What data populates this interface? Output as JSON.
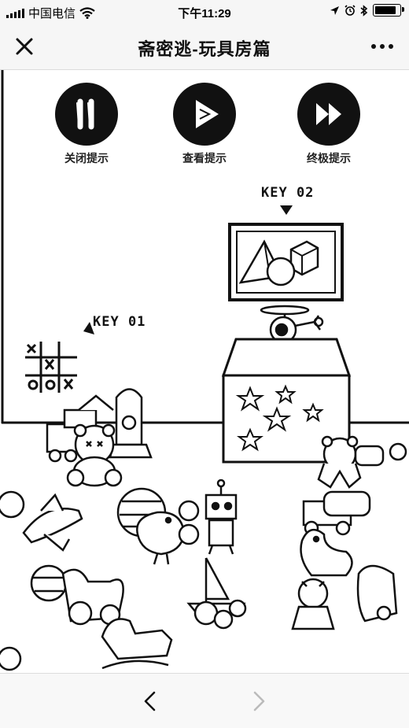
{
  "status_bar": {
    "carrier": "中国电信",
    "time": "下午11:29"
  },
  "nav": {
    "title": "斋密逃-玩具房篇"
  },
  "hints": [
    {
      "label": "关闭提示",
      "icon": "pause-icon"
    },
    {
      "label": "查看提示",
      "icon": "play-icon"
    },
    {
      "label": "终极提示",
      "icon": "fast-forward-icon"
    }
  ],
  "keys": {
    "key1": "KEY 01",
    "key2": "KEY 02"
  },
  "tic_tac_toe": {
    "cells": [
      "",
      "",
      "",
      "",
      "X",
      "",
      "O",
      "O",
      "X"
    ]
  },
  "icons": {
    "close": "close-icon",
    "more": "more-icon",
    "back": "chevron-left-icon",
    "forward": "chevron-right-icon"
  },
  "colors": {
    "ink": "#111111",
    "bar_bg": "#f6f6f6",
    "forward_disabled": "#bbbbbb"
  }
}
